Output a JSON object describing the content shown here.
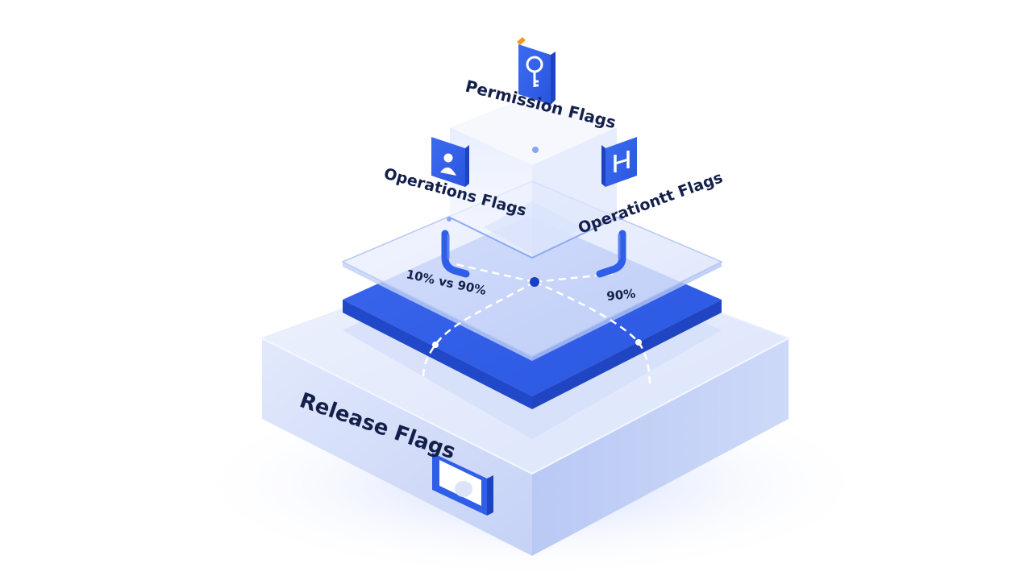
{
  "layers": {
    "top": {
      "label": "Permission Flags",
      "icon": "key-icon"
    },
    "left": {
      "label": "Operations Flags",
      "icon": "user-icon"
    },
    "right": {
      "label": "Operationtt Flags",
      "icon": "h-bracket-icon"
    },
    "base": {
      "label": "Release Flags",
      "icon": "toggle-switch-icon"
    }
  },
  "splits": {
    "left": "10% vs 90%",
    "right": "90%"
  },
  "colors": {
    "accent": "#2f5ee8",
    "accent_light": "#4a78f0",
    "glass": "#dfe7fb",
    "base_front": "#c9d6f7",
    "text": "#14204a",
    "tab_orange": "#f39a21"
  }
}
